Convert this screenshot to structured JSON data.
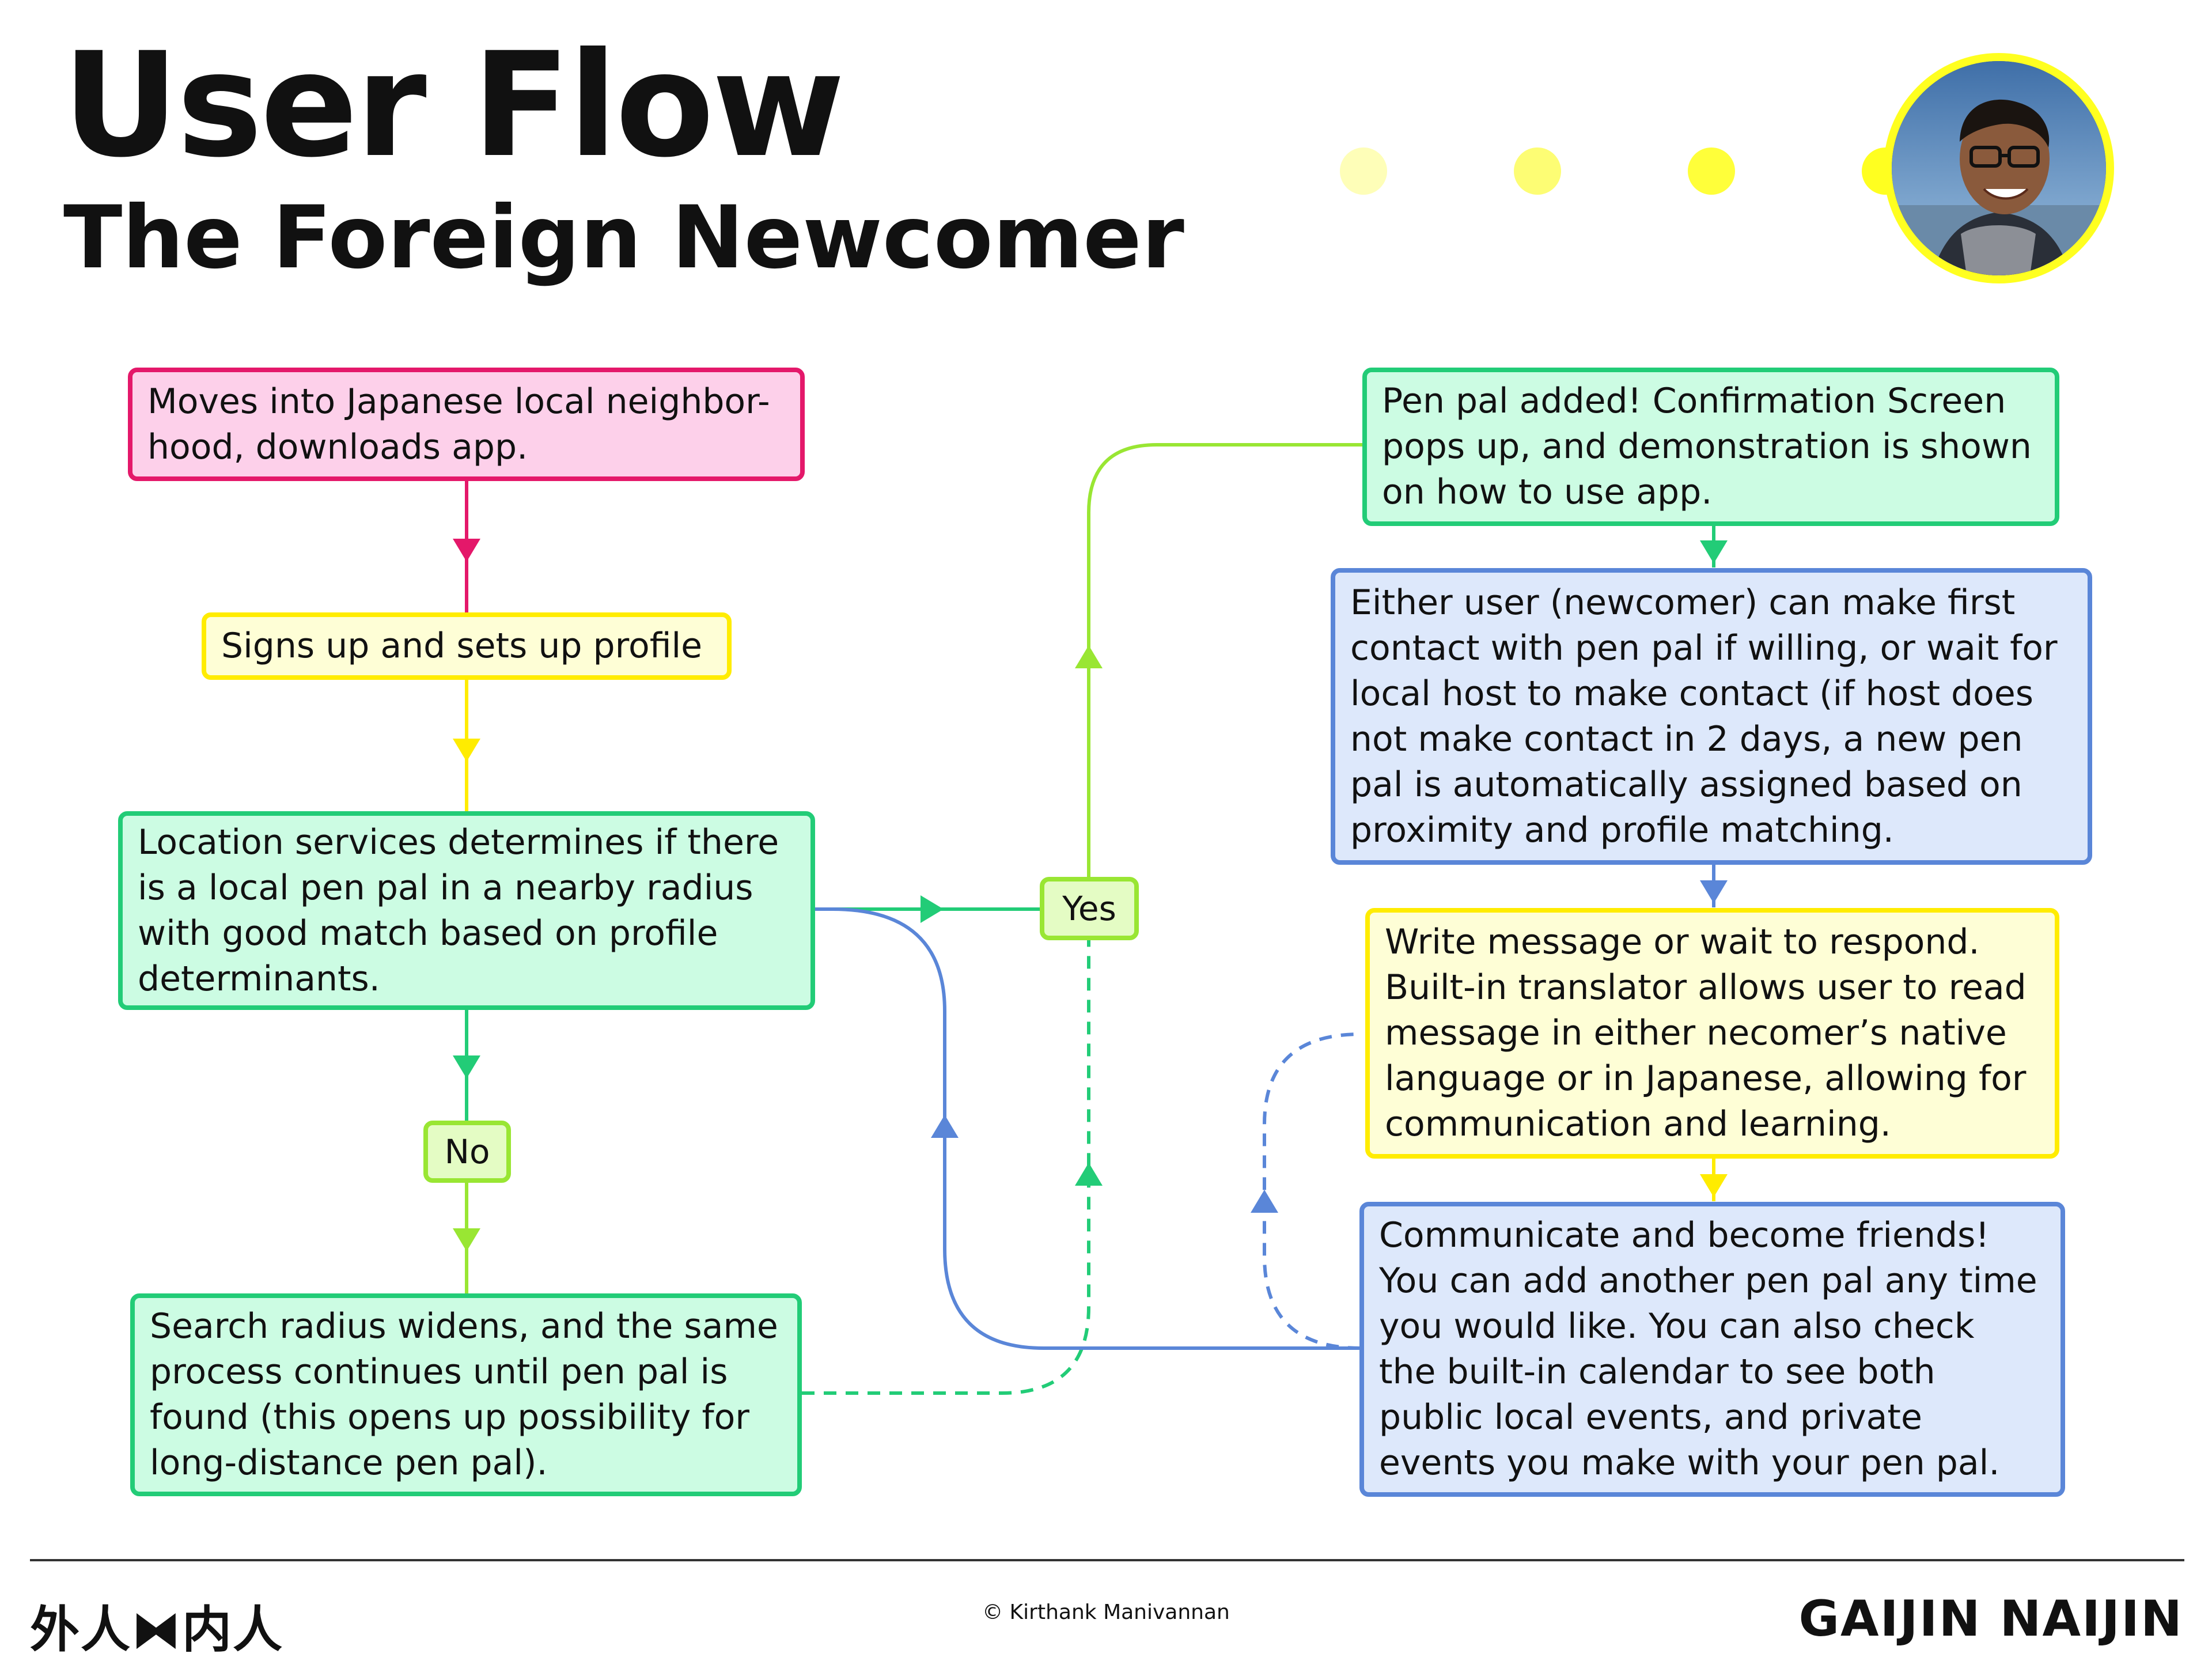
{
  "header": {
    "title": "User Flow",
    "subtitle": "The Foreign Newcomer",
    "progress_dot_colors": [
      "#fefeb8",
      "#fdfd74",
      "#ffff3a",
      "#ffff20"
    ]
  },
  "avatar": {
    "border_color": "#ffff20"
  },
  "nodes": {
    "move": "Moves into Japanese local neighbor-\nhood, downloads app.",
    "signup": "Signs up and sets up profile",
    "location": "Location services determines if there\nis a local pen pal in a nearby radius\nwith good match based on profile\ndeterminants.",
    "search": "Search radius widens, and the same\nprocess continues until pen pal is\nfound (this opens up possibility for\nlong-distance pen pal).",
    "added": "Pen pal added! Confirmation Screen\npops up, and demonstration is shown\non how to use app.",
    "contact": "Either user (newcomer) can make first\ncontact with pen pal if willing, or wait for\nlocal host to make contact (if host does\nnot make contact in 2 days, a new pen\npal is automatically assigned based on\nproximity and profile matching.",
    "write": "Write message or wait to respond.\nBuilt-in translator allows user to read\nmessage in either necomer’s native\nlanguage or in Japanese, allowing for\ncommunication and learning.",
    "friends": "Communicate and become friends!\nYou can add another pen pal any time\nyou would like. You can also check\nthe built-in calendar to see both\npublic local events, and private\nevents you make with your pen pal."
  },
  "labels": {
    "yes": "Yes",
    "no": "No"
  },
  "colors": {
    "pink": "#e4186a",
    "yellow": "#ffec00",
    "green": "#22cc77",
    "lime": "#99e633",
    "blue": "#5a86d8"
  },
  "footer": {
    "logo": "外人⧓内人",
    "copyright": "© Kirthank Manivannan",
    "brand": "GAIJIN NAIJIN"
  }
}
